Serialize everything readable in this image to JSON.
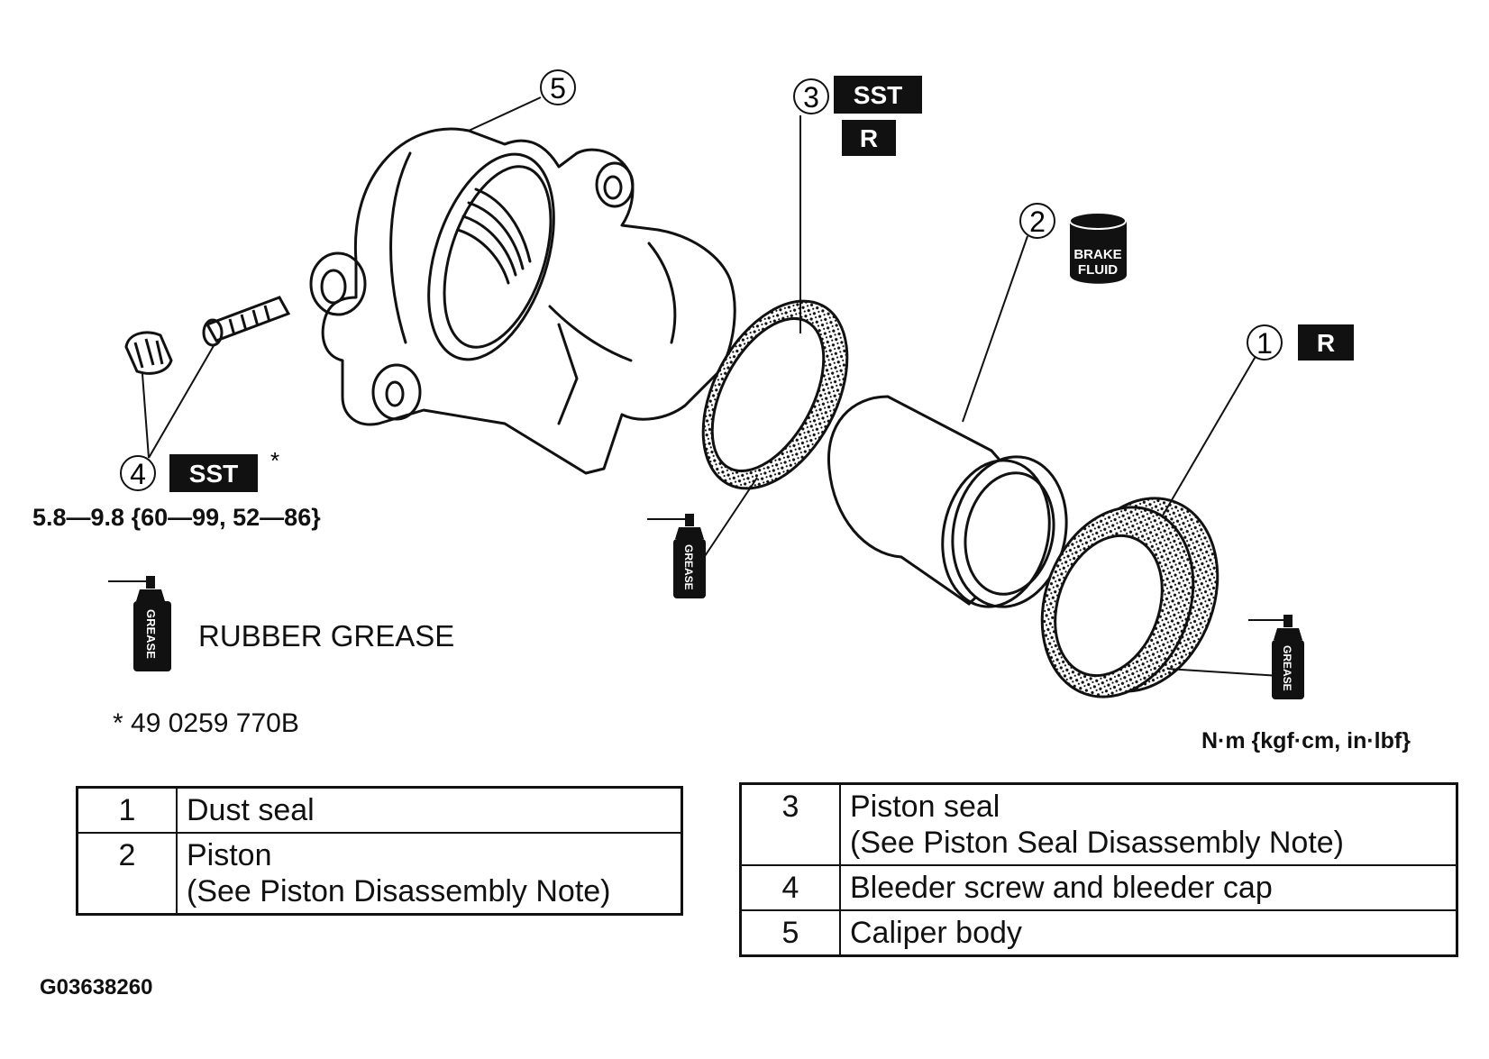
{
  "callouts": {
    "c1": "1",
    "c2": "2",
    "c3": "3",
    "c4": "4",
    "c5": "5"
  },
  "badges": {
    "sst_3": "SST",
    "r_3": "R",
    "r_1": "R",
    "sst_4": "SST",
    "sst_4_asterisk": "*"
  },
  "torque_spec": "5.8—9.8 {60—99, 52—86}",
  "brake_fluid_icon": {
    "line1": "BRAKE",
    "line2": "FLUID"
  },
  "grease_can_text": "GREASE",
  "legend": {
    "label": "RUBBER GREASE"
  },
  "sst_note": "* 49 0259 770B",
  "units_note": "N·m {kgf·cm, in·lbf}",
  "figure_id": "G03638260",
  "parts_left": [
    {
      "num": "1",
      "name": "Dust seal",
      "note": ""
    },
    {
      "num": "2",
      "name": "Piston",
      "note": "(See Piston Disassembly Note)"
    }
  ],
  "parts_right": [
    {
      "num": "3",
      "name": "Piston seal",
      "note": "(See Piston Seal Disassembly Note)"
    },
    {
      "num": "4",
      "name": "Bleeder screw and bleeder cap",
      "note": ""
    },
    {
      "num": "5",
      "name": "Caliper body",
      "note": ""
    }
  ],
  "colors": {
    "ink": "#111111",
    "paper": "#ffffff"
  },
  "icons": [
    "brake-fluid-can-icon",
    "grease-can-icon"
  ]
}
